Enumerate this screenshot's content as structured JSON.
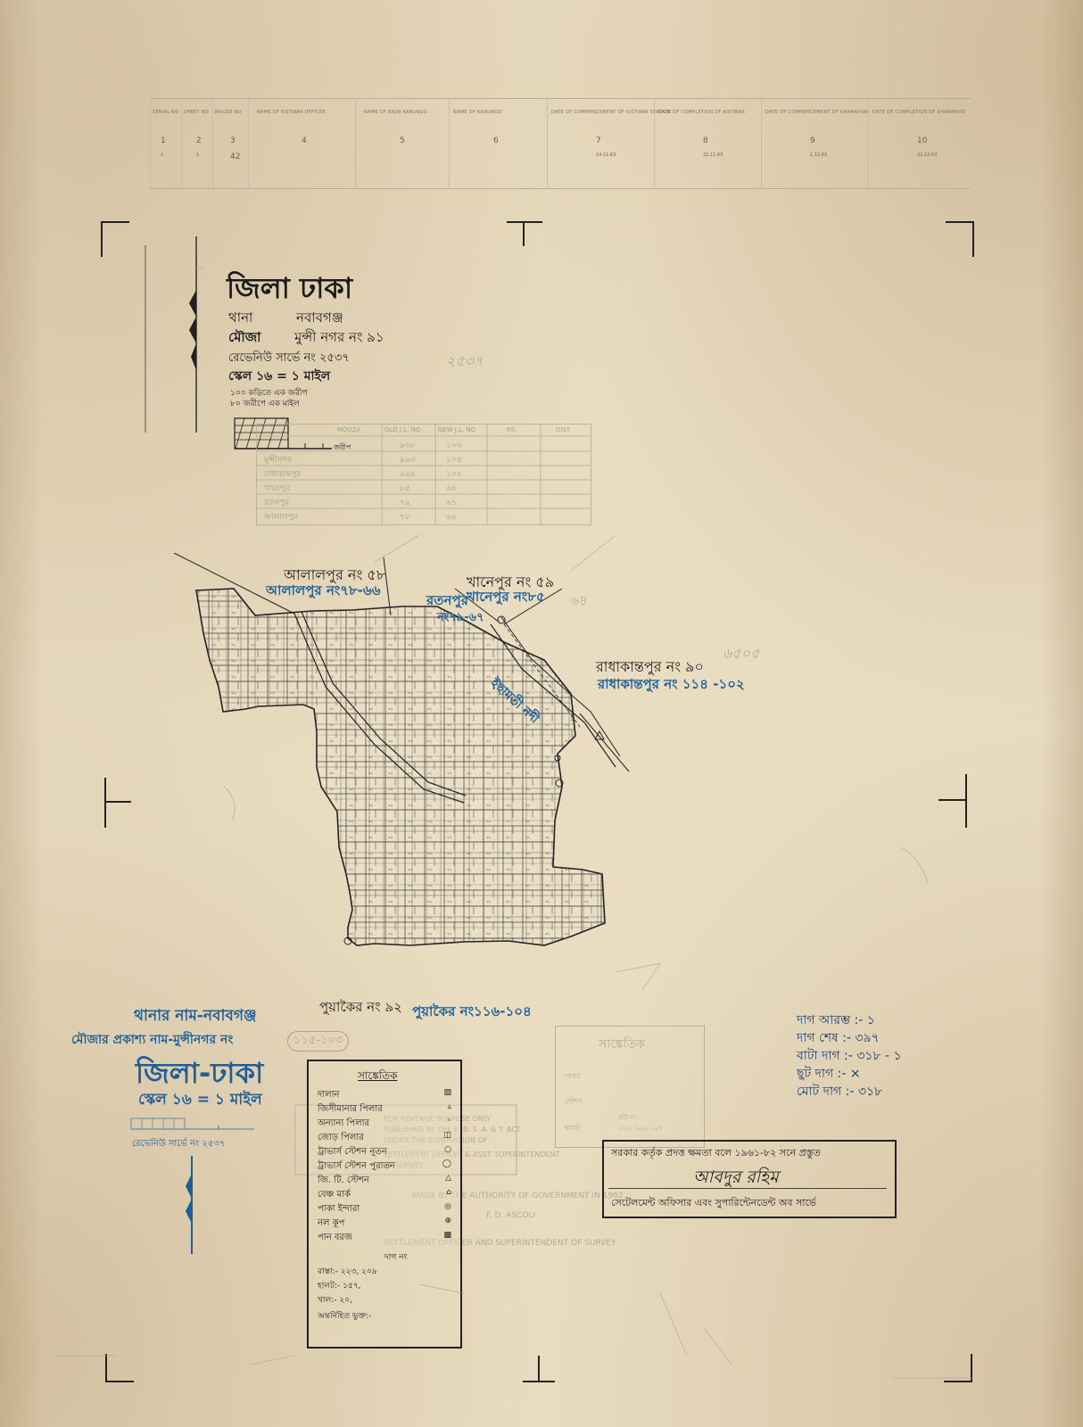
{
  "ledger": {
    "headers": [
      "SERIAL NO",
      "SHEET NO",
      "MAUZA NO",
      "NAME OF KISTWAR OFFICER",
      "NAME OF RAJIB KANUNGO",
      "NAME OF KANUNGO",
      "DATE OF COMMENCEMENT OF KISTWAR STATION",
      "DATE OF COMPLETION OF KISTWAR",
      "DATE OF COMMENCEMENT OF KHANAPURI",
      "DATE OF COMPLETION OF KHANAPURI"
    ],
    "numbers": [
      "1",
      "2",
      "3",
      "4",
      "5",
      "6",
      "7",
      "8",
      "9",
      "10"
    ],
    "row": [
      "1",
      "1",
      "42",
      "",
      "",
      "",
      "14.11.63",
      "22.11.63",
      "1.12.63",
      "22.12.63"
    ]
  },
  "title": {
    "district": "জিলা ঢাকা",
    "thana_label": "থানা",
    "thana": "নবাবগঞ্জ",
    "mouza_label": "মৌজা",
    "mouza": "মুন্সী নগর নং ৯১",
    "revenue_survey": "রেভেনিউ সার্ভে নং ২৫৩৭",
    "scale": "স্কেল ১৬ = ১ মাইল",
    "scale_note_1": "১০০ কড়িতে এক জরীপ",
    "scale_note_2": "৮০ জরীপে এক মাইল",
    "handwritten_number": "২৫৩৭",
    "scale_bar_label": "জরীপ"
  },
  "ghost_table": {
    "headers": [
      "MOUZA",
      "OLD J.L. NO",
      "NEW J.L. NO",
      "RS.",
      "DIST"
    ],
    "rows": [
      [
        "",
        "৯৩৮",
        "১০৩"
      ],
      [
        "মুন্সীনগর",
        "৯৯৩",
        "১০৪"
      ],
      [
        "রাধাকান্তপুর",
        "৯৯৪",
        "১০২"
      ],
      [
        "খানেপুর",
        "৮৫",
        "৬৪"
      ],
      [
        "রতনপুর",
        "৭৯",
        "৬৭"
      ],
      [
        "আলালপুর",
        "৭৮",
        "৬৬"
      ]
    ]
  },
  "neighbors": {
    "alalpur_black": "আলালপুর নং ৫৮",
    "alalpur_blue": "আলালপুর নং৭৮-৬৬",
    "ratanpur_blue": "রতনপুর",
    "ratanpur_blue_no": "নং৭৯-৬৭",
    "khanepur_black": "খানেপুর নং ৫৯",
    "khanepur_blue": "খানেপুর নং৮৫",
    "khanepur_extra": "৬৪",
    "radhakantapur_black": "রাধাকান্তপুর নং ৯০",
    "radhakantapur_blue": "রাধাকান্তপুর নং ১১৪ -১০২",
    "radhakantapur_pencil": "৬৫০৫",
    "puyakair_black": "পুয়াকৈর নং ৯২",
    "puyakair_blue": "পুয়াকৈর নং১১৬-১০৪",
    "river": "ইছামতী নদী"
  },
  "blue_title": {
    "thana": "থানার নাম-নবাবগঞ্জ",
    "mouza": "মৌজার প্রকাশ্য নাম-মুন্সীনগর নং",
    "mouza_no": "১১৫-১০৩",
    "district": "জিলা-ঢাকা",
    "scale": "স্কেল ১৬ = ১ মাইল",
    "revenue": "রেভেনিউ সার্ভে নং ২৫৩৭"
  },
  "legend": {
    "title": "সাঙ্কেতিক",
    "rows": [
      {
        "label": "দালান",
        "sym": "▨"
      },
      {
        "label": "জিসীমানার পিলার",
        "sym": "▵"
      },
      {
        "label": "অন্যান্য পিলার",
        "sym": "◦"
      },
      {
        "label": "জোড় পিলার",
        "sym": "◫"
      },
      {
        "label": "ট্রাভার্স স্টেশন নূতন",
        "sym": "○"
      },
      {
        "label": "ট্রাভার্স স্টেশন পুরাতন",
        "sym": "◯"
      },
      {
        "label": "জি. টি. স্টেশন",
        "sym": "△"
      },
      {
        "label": "বেঞ্চ মার্ক",
        "sym": "⌂"
      },
      {
        "label": "পাকা ইন্দারা",
        "sym": "◎"
      },
      {
        "label": "নল কূপ",
        "sym": "⊕"
      },
      {
        "label": "পান বরজ",
        "sym": "▩"
      }
    ],
    "dag_label": "দাগ নং",
    "rasta": "রাস্তা:- ২২৩, ২০৯",
    "halot": "হালট:- ১৫৭,",
    "khal": "খাল:- ২০,",
    "bhuku": "অন্তর্নিহিত ভুক্ত:-"
  },
  "ghost_legend": {
    "title": "সাঙ্কেতিক",
    "row1": "পাথর",
    "row2": "স্টেশন",
    "row3": "হাটা নং",
    "row4": "হালট",
    "vals": "২২৩, ২০৯, ১৫৭"
  },
  "dag_summary": {
    "start": "দাগ আরম্ভ :- ১",
    "end": "দাগ শেষ :- ৩৯৭",
    "bata": "বাটা দাগ :- ৩১৮ - ১",
    "chut": "ছুট দাগ :- ×",
    "total": "মোট দাগ :- ৩১৮"
  },
  "certificate": {
    "line1": "সরকার কর্তৃক প্রদত্ত ক্ষমতা বলে ১৯৬১-৮২ সনে প্রস্তুত",
    "signature": "আবদুর রহিম",
    "line2": "সেটেলমেন্ট অফিসার এবং সুপারিন্টেনডেন্ট অব সার্ভে"
  },
  "ghost_stamp": {
    "l1": "FOR REVENUE PURPOSE ONLY",
    "l2": "PUBLISHED BY THE E. B. S. A. & T. ACT",
    "l3": "UNDER THE SUPERVISION OF",
    "l4": "SETTLEMENT OFFICER & ASST. SUPERINTENDENT",
    "l5": "OF SURVEY",
    "l6": "MADE BY THE AUTHORITY OF GOVERNMENT IN 1962",
    "l7": "F. D. ASCOLI",
    "l8": "SETTLEMENT OFFICER AND SUPERINTENDENT OF SURVEY"
  },
  "colors": {
    "paper": "#e9dcc0",
    "ink_blue": "#1f5f96",
    "ink_black": "#1b1b1b",
    "ghost_green": "#8c9a80"
  }
}
